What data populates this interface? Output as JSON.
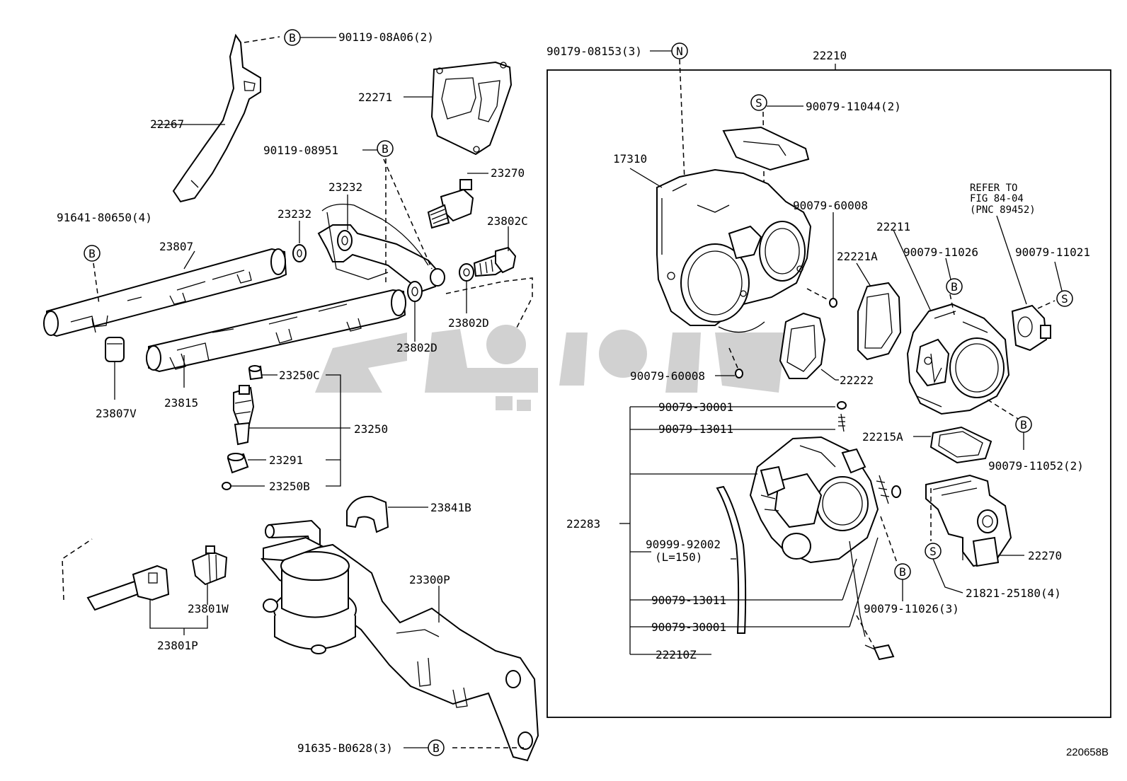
{
  "figure_code": "220658B",
  "watermark": {
    "color": "#c8c8c8"
  },
  "markers": {
    "B": "B",
    "N": "N",
    "S": "S"
  },
  "labels": {
    "p90119_08A06": "90119-08A06(2)",
    "p22267": "22267",
    "p22271": "22271",
    "p90119_08951": "90119-08951",
    "p23232a": "23232",
    "p23232b": "23232",
    "p23270": "23270",
    "p91641_80650": "91641-80650(4)",
    "p23807": "23807",
    "p23802C": "23802C",
    "p23802D_a": "23802D",
    "p23802D_b": "23802D",
    "p23807V": "23807V",
    "p23815": "23815",
    "p23250C": "23250C",
    "p23250": "23250",
    "p23291": "23291",
    "p23250B": "23250B",
    "p23841B": "23841B",
    "p23801W": "23801W",
    "p23801P": "23801P",
    "p23300P": "23300P",
    "p91635_B0628": "91635-B0628(3)",
    "p90179_08153": "90179-08153(3)",
    "p22210": "22210",
    "p90079_11044": "90079-11044(2)",
    "p17310": "17310",
    "p90079_60008_a": "90079-60008",
    "p90079_60008_b": "90079-60008",
    "p22211": "22211",
    "p22221A": "22221A",
    "p90079_11026": "90079-11026",
    "p90079_11021": "90079-11021",
    "refer_line1": "REFER TO",
    "refer_line2": "FIG 84-04",
    "refer_line3": "(PNC 89452)",
    "p22222": "22222",
    "p90079_30001_a": "90079-30001",
    "p90079_13011_a": "90079-13011",
    "p22215A": "22215A",
    "p90079_11052": "90079-11052(2)",
    "p22283": "22283",
    "p90999_92002": "90999-92002",
    "p_L150": "(L=150)",
    "p22270": "22270",
    "p21821_25180": "21821-25180(4)",
    "p90079_13011_b": "90079-13011",
    "p90079_11026_3": "90079-11026(3)",
    "p90079_30001_b": "90079-30001",
    "p22210Z": "22210Z"
  }
}
